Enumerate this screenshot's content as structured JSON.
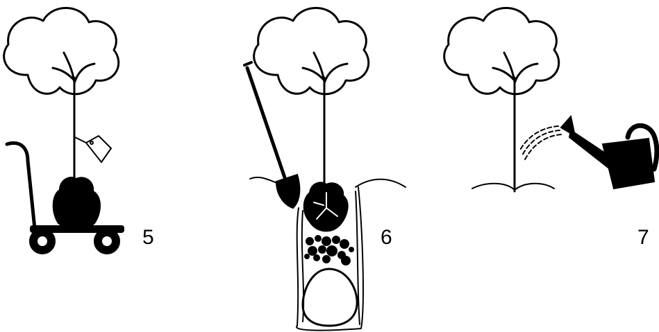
{
  "steps": [
    {
      "number": "5",
      "icon": "tree-on-cart-icon"
    },
    {
      "number": "6",
      "icon": "tree-planted-in-hole-icon"
    },
    {
      "number": "7",
      "icon": "tree-watering-icon"
    }
  ],
  "colors": {
    "ink": "#000000",
    "background": "#ffffff"
  }
}
